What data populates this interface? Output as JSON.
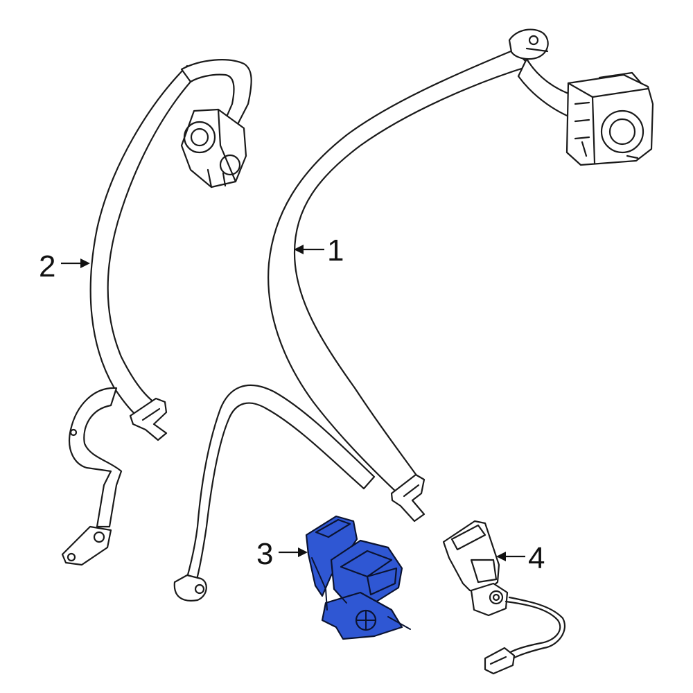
{
  "diagram": {
    "callouts": [
      {
        "id": 1,
        "label": "1"
      },
      {
        "id": 2,
        "label": "2"
      },
      {
        "id": 3,
        "label": "3"
      },
      {
        "id": 4,
        "label": "4"
      }
    ],
    "highlight_color": "#2f57d3",
    "highlighted_part": "3"
  }
}
